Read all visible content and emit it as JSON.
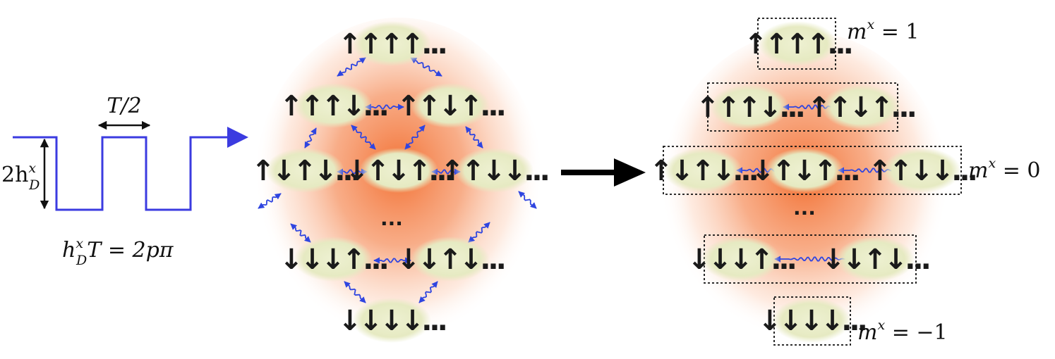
{
  "drive": {
    "amplitude_base": "2h",
    "amplitude_sup": "x",
    "amplitude_sub": "D",
    "half_period": "T/2",
    "condition_h": "h",
    "condition_sup": "x",
    "condition_sub": "D",
    "condition_rest": "T = 2pπ",
    "waveform_color": "#3b3be0"
  },
  "ellipsis": "...",
  "left_diagram": {
    "nodes": [
      {
        "spins": "↑↑↑↑..."
      },
      {
        "spins": "↑↑↑↓..."
      },
      {
        "spins": "↑↑↓↑..."
      },
      {
        "spins": "↑↓↑↓..."
      },
      {
        "spins": "↓↑↓↑..."
      },
      {
        "spins": "↑↑↓↓..."
      },
      {
        "spins": "↓↓↓↑..."
      },
      {
        "spins": "↓↓↑↓..."
      },
      {
        "spins": "↓↓↓↓..."
      }
    ]
  },
  "right_diagram": {
    "groups": [
      {
        "label": "m",
        "sup": "x",
        "value": " = 1",
        "nodes": [
          "↑↑↑↑..."
        ]
      },
      {
        "label": "",
        "sup": "",
        "value": "",
        "nodes": [
          "↑↑↑↓...",
          "↑↑↓↑..."
        ]
      },
      {
        "label": "m",
        "sup": "x",
        "value": " = 0",
        "nodes": [
          "↑↓↑↓...",
          "↓↑↓↑...",
          "↑↑↓↓..."
        ]
      },
      {
        "label": "",
        "sup": "",
        "value": "",
        "nodes": [
          "↓↓↓↑...",
          "↓↓↑↓..."
        ]
      },
      {
        "label": "m",
        "sup": "x",
        "value": " = −1",
        "nodes": [
          "↓↓↓↓..."
        ]
      }
    ]
  },
  "colors": {
    "glow": "#f26a2a",
    "node_fill": "#e8ecc6",
    "coupling": "#2f45e0",
    "ink": "#111111"
  }
}
